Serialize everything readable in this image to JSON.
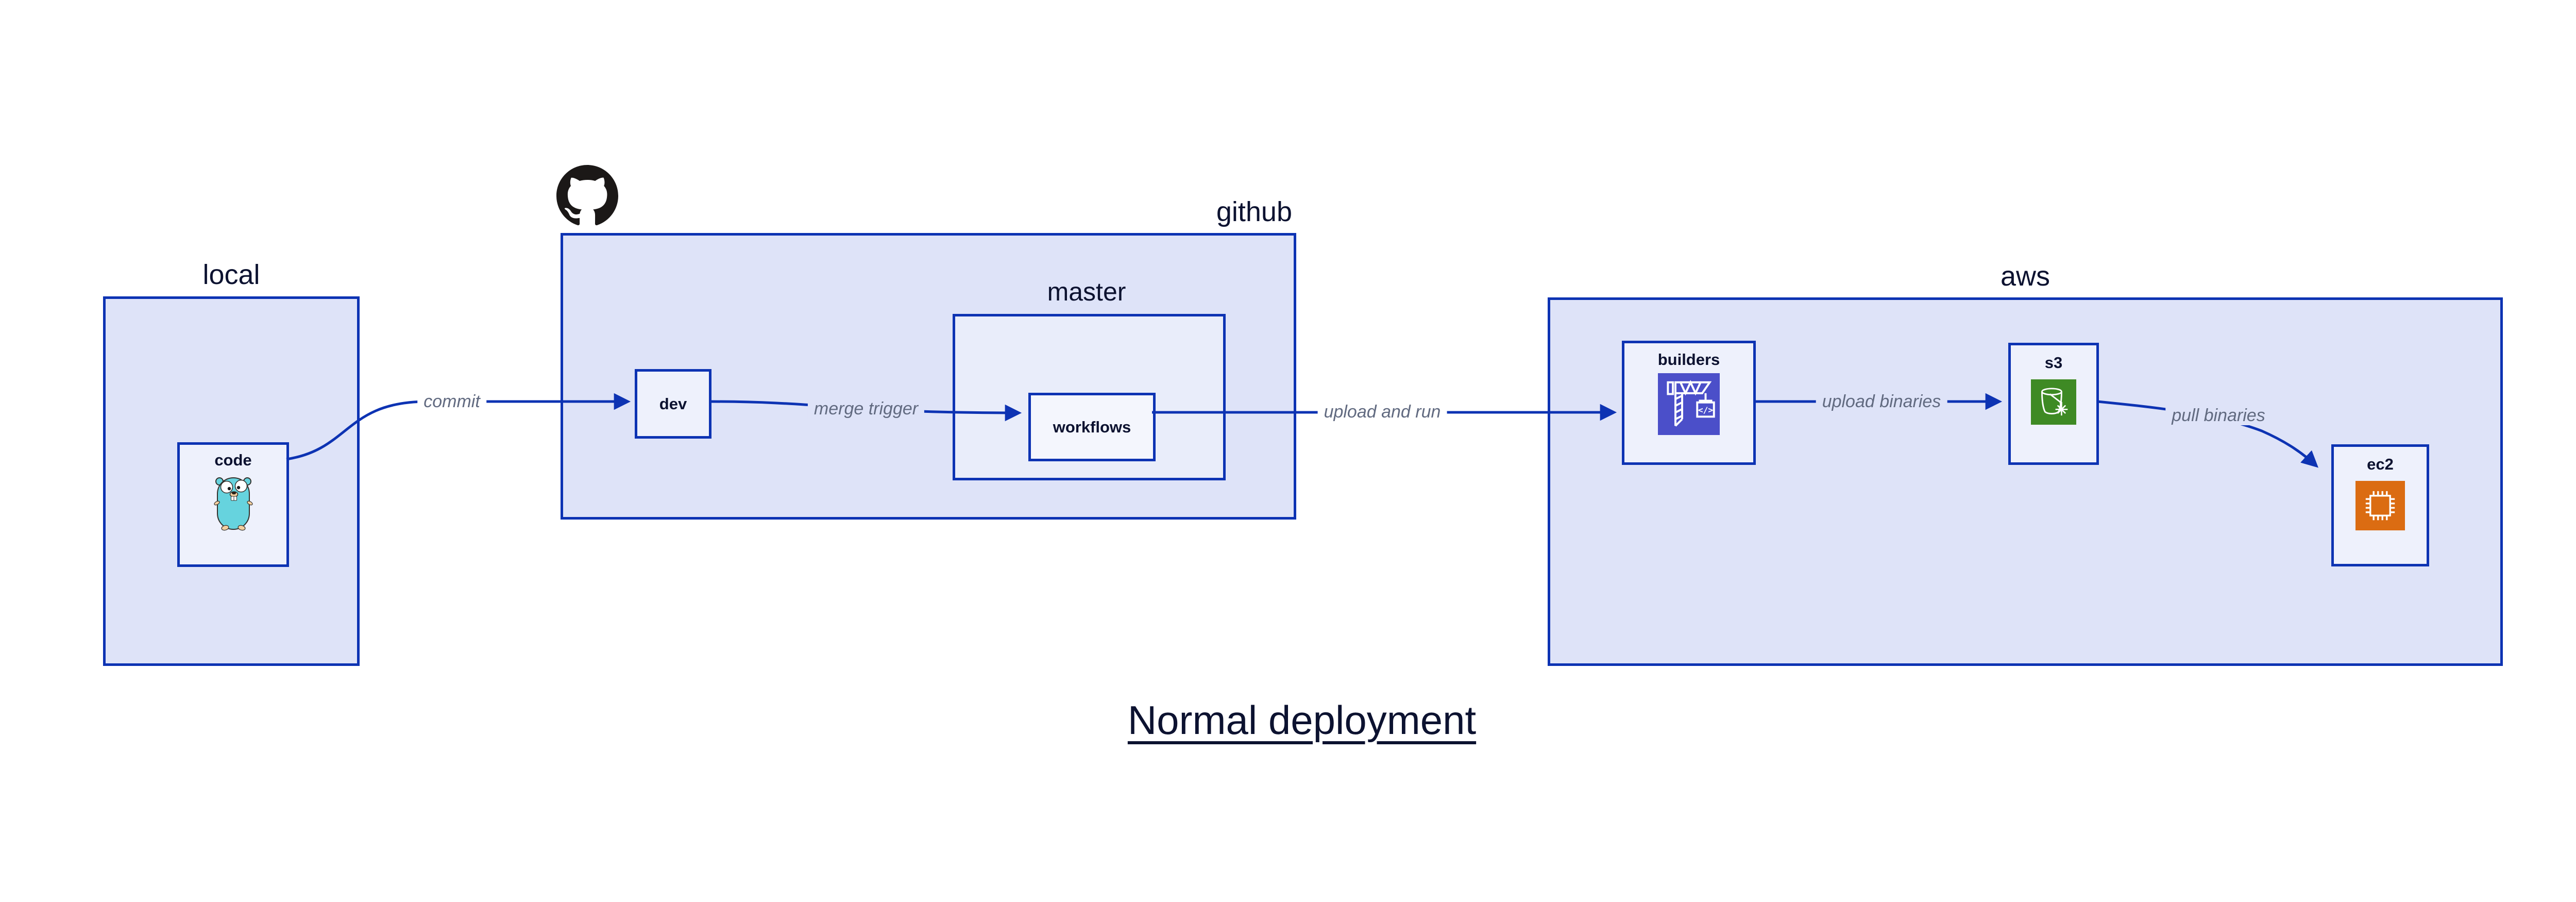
{
  "title": {
    "text": "Normal deployment"
  },
  "zones": {
    "local": {
      "label": "local",
      "nodes": {
        "code": {
          "label": "code",
          "icon": "go-gopher-icon"
        }
      }
    },
    "github": {
      "label": "github",
      "logo_icon": "github-octocat-icon",
      "nodes": {
        "dev": {
          "label": "dev"
        },
        "master": {
          "label": "master",
          "nodes": {
            "workflows": {
              "label": "workflows"
            }
          }
        }
      }
    },
    "aws": {
      "label": "aws",
      "nodes": {
        "builders": {
          "label": "builders",
          "icon": "aws-codebuild-icon"
        },
        "s3": {
          "label": "s3",
          "icon": "aws-s3-glacier-bucket-icon"
        },
        "ec2": {
          "label": "ec2",
          "icon": "aws-ec2-chip-icon"
        }
      }
    }
  },
  "edges": [
    {
      "from": "code",
      "to": "dev",
      "label": "commit"
    },
    {
      "from": "dev",
      "to": "workflows",
      "label": "merge trigger"
    },
    {
      "from": "workflows",
      "to": "builders",
      "label": "upload and run"
    },
    {
      "from": "builders",
      "to": "s3",
      "label": "upload binaries"
    },
    {
      "from": "s3",
      "to": "ec2",
      "label": "pull binaries"
    }
  ],
  "colors": {
    "stroke_blue": "#0d33b3",
    "container_fill": "#dee3f8",
    "group_fill": "#e9edfa",
    "node_fill": "#eef1fc",
    "nested_node_fill": "#f4f6fd",
    "label_navy": "#0c1230",
    "edge_label_gray": "#616a80",
    "codebuild_purple": "#4b4fc9",
    "s3_green": "#3e8a24",
    "ec2_orange": "#db6c12",
    "github_black": "#1b1817",
    "gopher_teal": "#66d3de"
  }
}
